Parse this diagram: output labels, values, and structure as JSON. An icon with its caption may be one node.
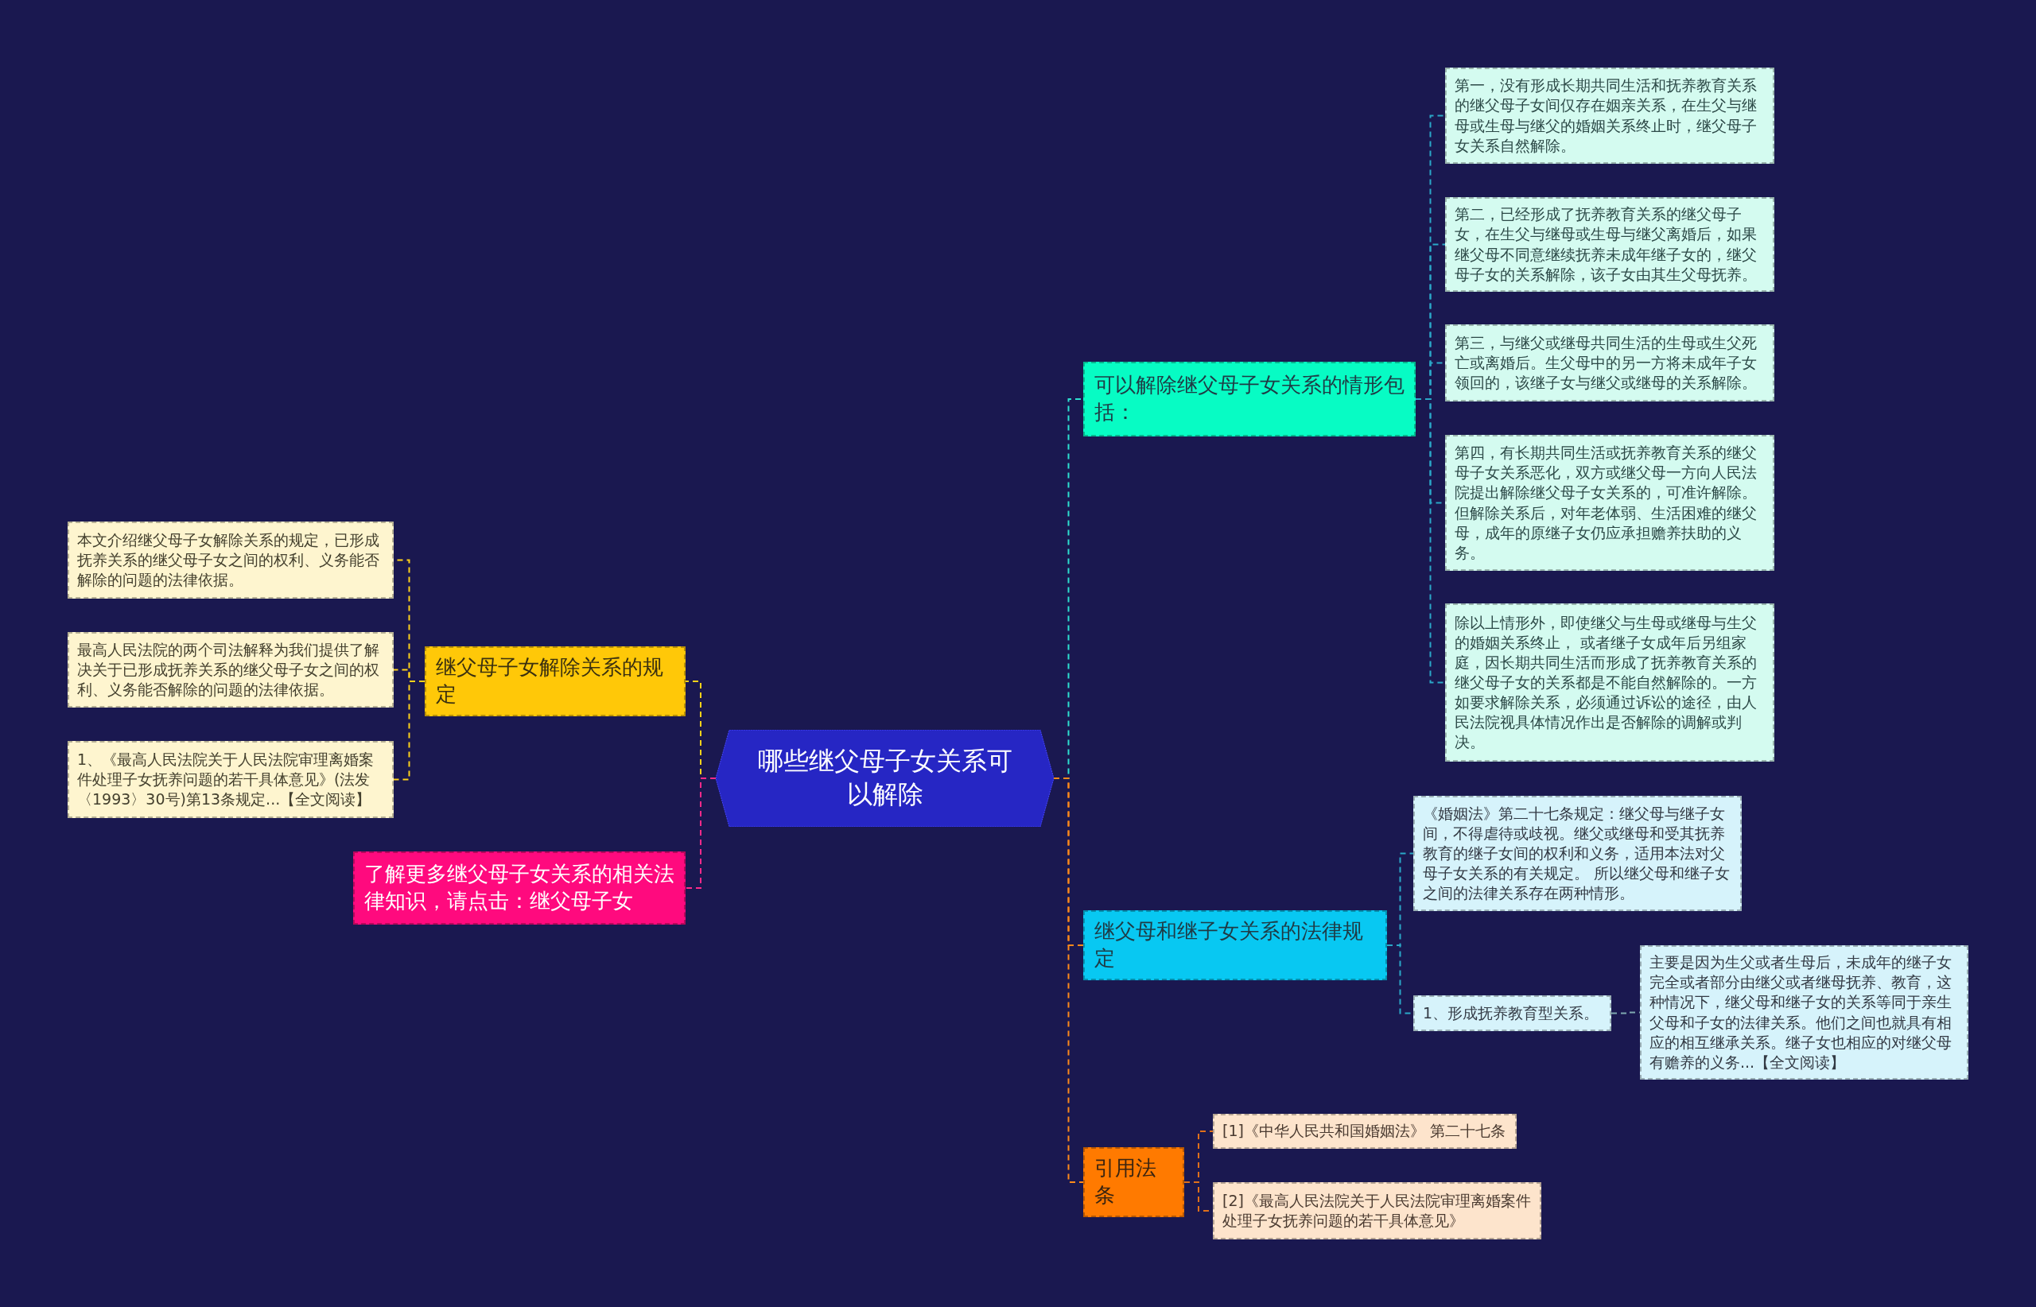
{
  "diagram": {
    "nodes": [
      {
        "text": [
          "哪些继父母子女关系可以解除"
        ]
      },
      {
        "text": [
          "可以解除继父母子女关系的情形包括："
        ]
      },
      {
        "text": [
          "第一，没有形成长期共同生活和抚养教育关系的继父母子女间仅存在姻亲关系，在生父与继母或生母与继父的婚姻关系终止时，继父母子女关系自然解除。"
        ]
      },
      {
        "text": [
          "第二，已经形成了抚养教育关系的继父母子女，在生父与继母或生母与继父离婚后，如果继父母不同意继续抚养未成年继子女的，继父母子女的关系解除，该子女由其生父母抚养。"
        ]
      },
      {
        "text": [
          "第三，与继父或继母共同生活的生母或生父死亡或离婚后。生父母中的另一方将未成年子女领回的，该继子女与继父或继母的关系解除。"
        ]
      },
      {
        "text": [
          "第四，有长期共同生活或抚养教育关系的继父母子女关系恶化，双方或继父母一方向人民法院提出解除继父母子女关系的，可准许解除。但解除关系后，对年老体弱、生活困难的继父母，成年的原继子女仍应承担赡养扶助的义务。"
        ]
      },
      {
        "text": [
          "除以上情形外，即使继父与生母或继母与生父的婚姻关系终止， 或者继子女成年后另组家庭，因长期共同生活而形成了抚养教育关系的继父母子女的关系都是不能自然解除的。一方如要求解除关系，必须通过诉讼的途径，由人民法院视具体情况作出是否解除的调解或判决。"
        ]
      },
      {
        "text": [
          "继父母和继子女关系的法律规定"
        ]
      },
      {
        "text": [
          "《婚姻法》第二十七条规定：继父母与继子女间，不得虐待或歧视。继父或继母和受其抚养教育的继子女间的权利和义务，适用本法对父母子女关系的有关规定。 所以继父母和继子女之间的法律关系存在两种情形。"
        ]
      },
      {
        "text": [
          "1、形成抚养教育型关系。"
        ]
      },
      {
        "text": [
          "主要是因为生父或者生母后，未成年的继子女完全或者部分由继父或者继母抚养、教育，这种情况下，继父母和继子女的关系等同于亲生父母和子女的法律关系。他们之间也就具有相应的相互继承关系。继子女也相应的对继父母有赡养的义务...【全文阅读】"
        ]
      },
      {
        "text": [
          "引用法条"
        ]
      },
      {
        "text": [
          "[1]《中华人民共和国婚姻法》 第二十七条"
        ]
      },
      {
        "text": [
          "[2]《最高人民法院关于人民法院审理离婚案件处理子女抚养问题的若干具体意见》"
        ]
      },
      {
        "text": [
          "继父母子女解除关系的规定"
        ]
      },
      {
        "text": [
          "本文介绍继父母子女解除关系的规定，已形成抚养关系的继父母子女之间的权利、义务能否解除的问题的法律依据。"
        ]
      },
      {
        "text": [
          "最高人民法院的两个司法解释为我们提供了解决关于已形成抚养关系的继父母子女之间的权利、义务能否解除的问题的法律依据。"
        ]
      },
      {
        "text": [
          "1、《最高人民法院关于人民法院审理离婚案件处理子女抚养问题的若干具体意见》(法发〈1993〉30号)第13条规定...【全文阅读】"
        ]
      },
      {
        "text": [
          "了解更多继父母子女关系的相关法律知识，请点击：继父母子女"
        ]
      }
    ],
    "edges": [
      {
        "from": 0,
        "to": 1,
        "arrow": "none",
        "style": "dashed",
        "color": "#2de0d0"
      },
      {
        "from": 1,
        "to": 2,
        "arrow": "none",
        "style": "dashed",
        "color": "#2aa8c8"
      },
      {
        "from": 1,
        "to": 3,
        "arrow": "none",
        "style": "dashed",
        "color": "#2aa8c8"
      },
      {
        "from": 1,
        "to": 4,
        "arrow": "none",
        "style": "dashed",
        "color": "#2aa8c8"
      },
      {
        "from": 1,
        "to": 5,
        "arrow": "none",
        "style": "dashed",
        "color": "#2aa8c8"
      },
      {
        "from": 1,
        "to": 6,
        "arrow": "none",
        "style": "dashed",
        "color": "#2aa8c8"
      },
      {
        "from": 0,
        "to": 7,
        "arrow": "none",
        "style": "dashed",
        "color": "#ff8a1a"
      },
      {
        "from": 7,
        "to": 8,
        "arrow": "none",
        "style": "dashed",
        "color": "#2aa8c8"
      },
      {
        "from": 7,
        "to": 9,
        "arrow": "none",
        "style": "dashed",
        "color": "#2aa8c8"
      },
      {
        "from": 9,
        "to": 10,
        "arrow": "none",
        "style": "dashed",
        "color": "#7fa8b0"
      },
      {
        "from": 0,
        "to": 11,
        "arrow": "none",
        "style": "dashed",
        "color": "#ff8a1a"
      },
      {
        "from": 11,
        "to": 12,
        "arrow": "none",
        "style": "dashed",
        "color": "#e0701a"
      },
      {
        "from": 11,
        "to": 13,
        "arrow": "none",
        "style": "dashed",
        "color": "#e0701a"
      },
      {
        "from": 0,
        "to": 14,
        "arrow": "none",
        "style": "dashed",
        "color": "#ffd21a"
      },
      {
        "from": 14,
        "to": 15,
        "arrow": "none",
        "style": "dashed",
        "color": "#ffd21a"
      },
      {
        "from": 14,
        "to": 16,
        "arrow": "none",
        "style": "dashed",
        "color": "#ffd21a"
      },
      {
        "from": 14,
        "to": 17,
        "arrow": "none",
        "style": "dashed",
        "color": "#ffd21a"
      },
      {
        "from": 0,
        "to": 18,
        "arrow": "none",
        "style": "dashed",
        "color": "#ff2a8a"
      }
    ]
  }
}
